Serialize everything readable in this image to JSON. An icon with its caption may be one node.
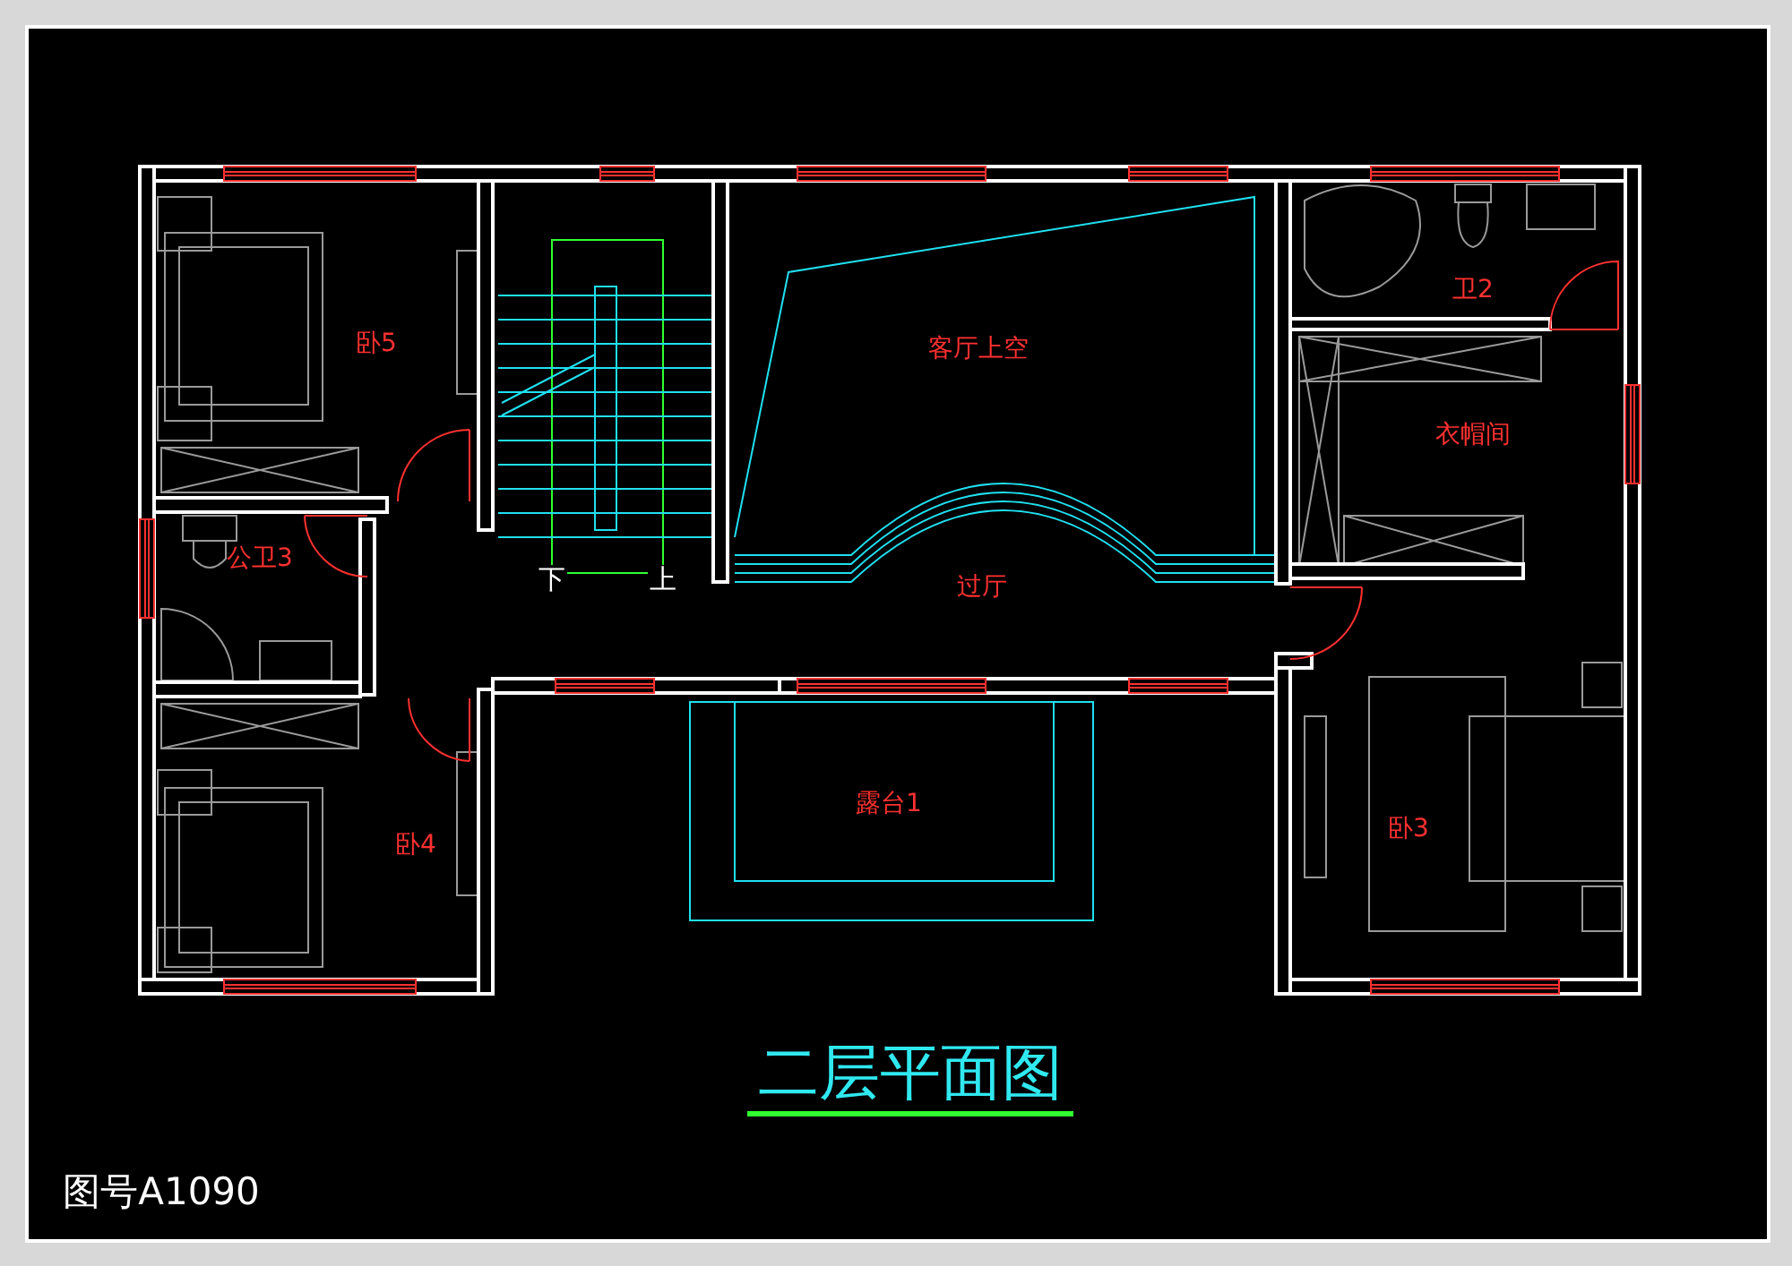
{
  "diagram": {
    "title": "二层平面图",
    "labels": [
      "卧5",
      "客厅上空",
      "卫2",
      "衣帽间",
      "公卫3",
      "下",
      "上",
      "过厅",
      "露台1",
      "卧4",
      "卧3",
      "图号A1090"
    ]
  }
}
